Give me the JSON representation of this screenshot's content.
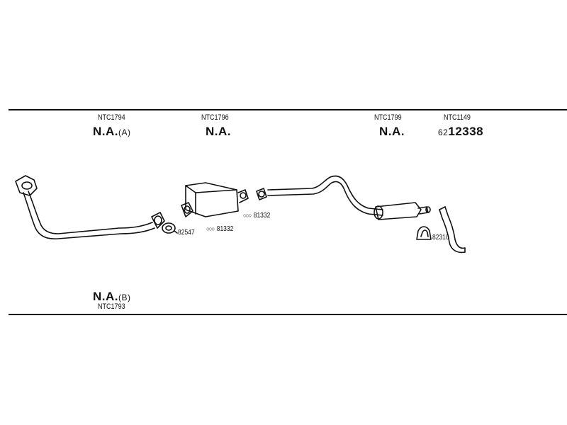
{
  "top_parts": [
    {
      "code": "NTC1794",
      "main": "N.A.",
      "suffix": "(A)"
    },
    {
      "code": "NTC1796",
      "main": "N.A.",
      "suffix": ""
    },
    {
      "code": "NTC1799",
      "main": "N.A.",
      "suffix": ""
    },
    {
      "code": "NTC1149",
      "prefix": "62",
      "main": "12338"
    }
  ],
  "bottom_part": {
    "main": "N.A.",
    "suffix": "(B)",
    "code": "NTC1793"
  },
  "fittings": [
    {
      "number": "82547"
    },
    {
      "symbol": "○○○",
      "number": "81332"
    },
    {
      "symbol": "○○○",
      "number": "81332"
    },
    {
      "number": "82310"
    }
  ],
  "colors": {
    "line": "#111111",
    "background": "#ffffff"
  }
}
